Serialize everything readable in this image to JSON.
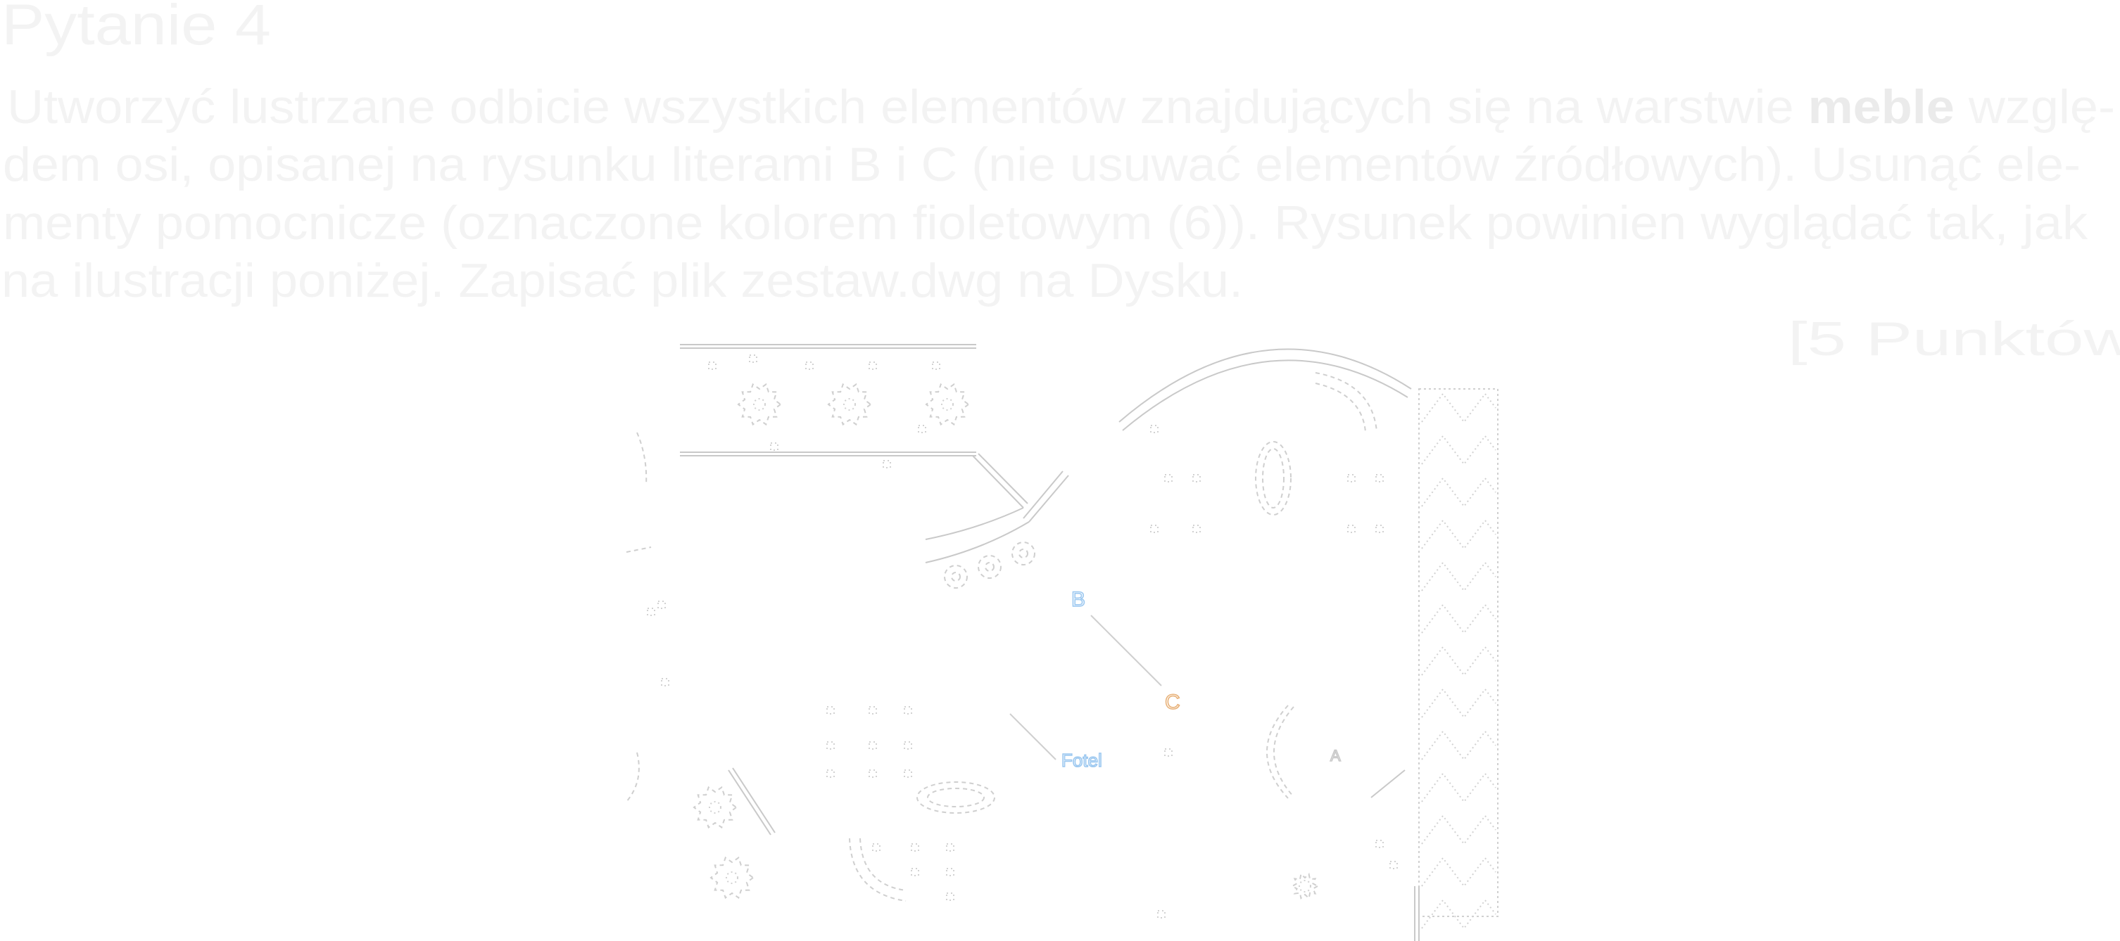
{
  "question": {
    "title": "Pytanie 4",
    "lines": [
      {
        "before": "Utworzyć lustrzane odbicie wszystkich elementów znajdujących się na warstwie ",
        "bold": "meble",
        "after": " wzglę-"
      },
      {
        "text": "dem osi, opisanej na rysunku literami B i C (nie usuwać elementów źródłowych). Usunąć ele-"
      },
      {
        "text": "menty pomocnicze (oznaczone kolorem fioletowym (6)). Rysunek powinien wyglądać tak, jak"
      },
      {
        "text": "na ilustracji poniżej. Zapisać plik zestaw.dwg na Dysku."
      }
    ],
    "points": "[5 Punktów]"
  },
  "drawing": {
    "labels": {
      "b": "B",
      "c": "C",
      "a": "A",
      "fotel": "Fotel"
    },
    "colors": {
      "line": "#c9c9c9",
      "label_blue": "#9cc8f0",
      "label_orange": "#e8b27a"
    }
  }
}
